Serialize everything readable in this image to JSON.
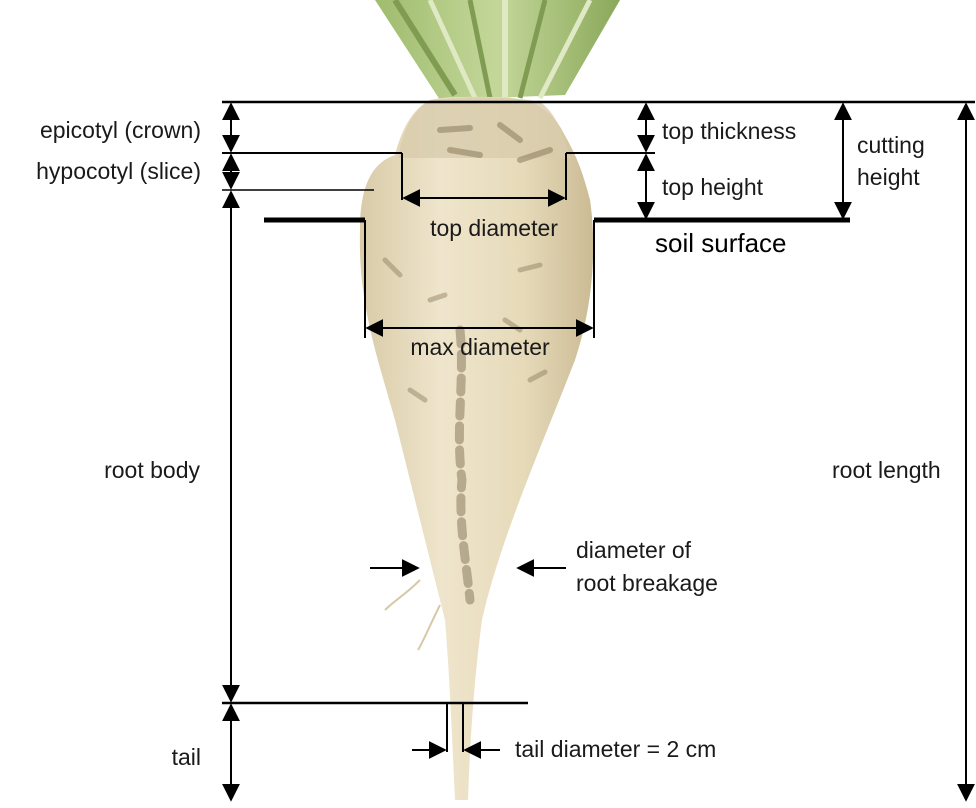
{
  "labels": {
    "epicotyl": "epicotyl (crown)",
    "hypocotyl": "hypocotyl (slice)",
    "top_thickness": "top thickness",
    "top_height": "top height",
    "cutting_height_1": "cutting",
    "cutting_height_2": "height",
    "top_diameter": "top diameter",
    "soil_surface": "soil surface",
    "max_diameter": "max diameter",
    "root_body": "root body",
    "root_length": "root length",
    "breakage_1": "diameter of",
    "breakage_2": "root breakage",
    "tail": "tail",
    "tail_diameter": "tail diameter = 2 cm"
  },
  "colors": {
    "leaf": "#a9c27a",
    "leaf_dark": "#7f9c52",
    "root": "#e8dcc0",
    "root_shade": "#cdbf9c",
    "soil": "#8a7a5c",
    "line": "#000000"
  }
}
